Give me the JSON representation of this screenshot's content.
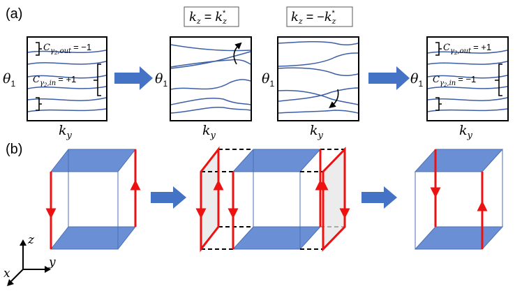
{
  "panel_a": {
    "label": "(a)",
    "theta_label": "θ",
    "theta_sub": "1",
    "ky_label": "k",
    "ky_sub": "y",
    "box1": {
      "c_out": {
        "main": "C",
        "sub": "γ",
        "subsub": "2",
        "tail": ",out",
        "value": "= −1"
      },
      "c_in": {
        "main": "C",
        "sub": "γ",
        "subsub": "2",
        "tail": ",in",
        "value": "= +1"
      }
    },
    "kz_plus": {
      "lhs": "k",
      "lhs_sub": "z",
      "rel": " = ",
      "rhs": "k",
      "rhs_sub": "z",
      "rhs_sup": "*"
    },
    "kz_minus": {
      "lhs": "k",
      "lhs_sub": "z",
      "rel": " = −",
      "rhs": "k",
      "rhs_sub": "z",
      "rhs_sup": "*"
    },
    "box4": {
      "c_out": {
        "main": "C",
        "sub": "γ",
        "subsub": "2",
        "tail": ",out",
        "value": "= +1"
      },
      "c_in": {
        "main": "C",
        "sub": "γ",
        "subsub": "2",
        "tail": ",in",
        "value": "= −1"
      }
    }
  },
  "panel_b": {
    "label": "(b)",
    "axis_z": "z",
    "axis_x": "x",
    "axis_y": "y"
  },
  "colors": {
    "band_line": "#3c5ea6",
    "arrow_fill": "#4472c4",
    "plate_fill": "#6a8fd4",
    "edge_red": "#ee1111",
    "cube_edge": "#4a6fb5"
  }
}
